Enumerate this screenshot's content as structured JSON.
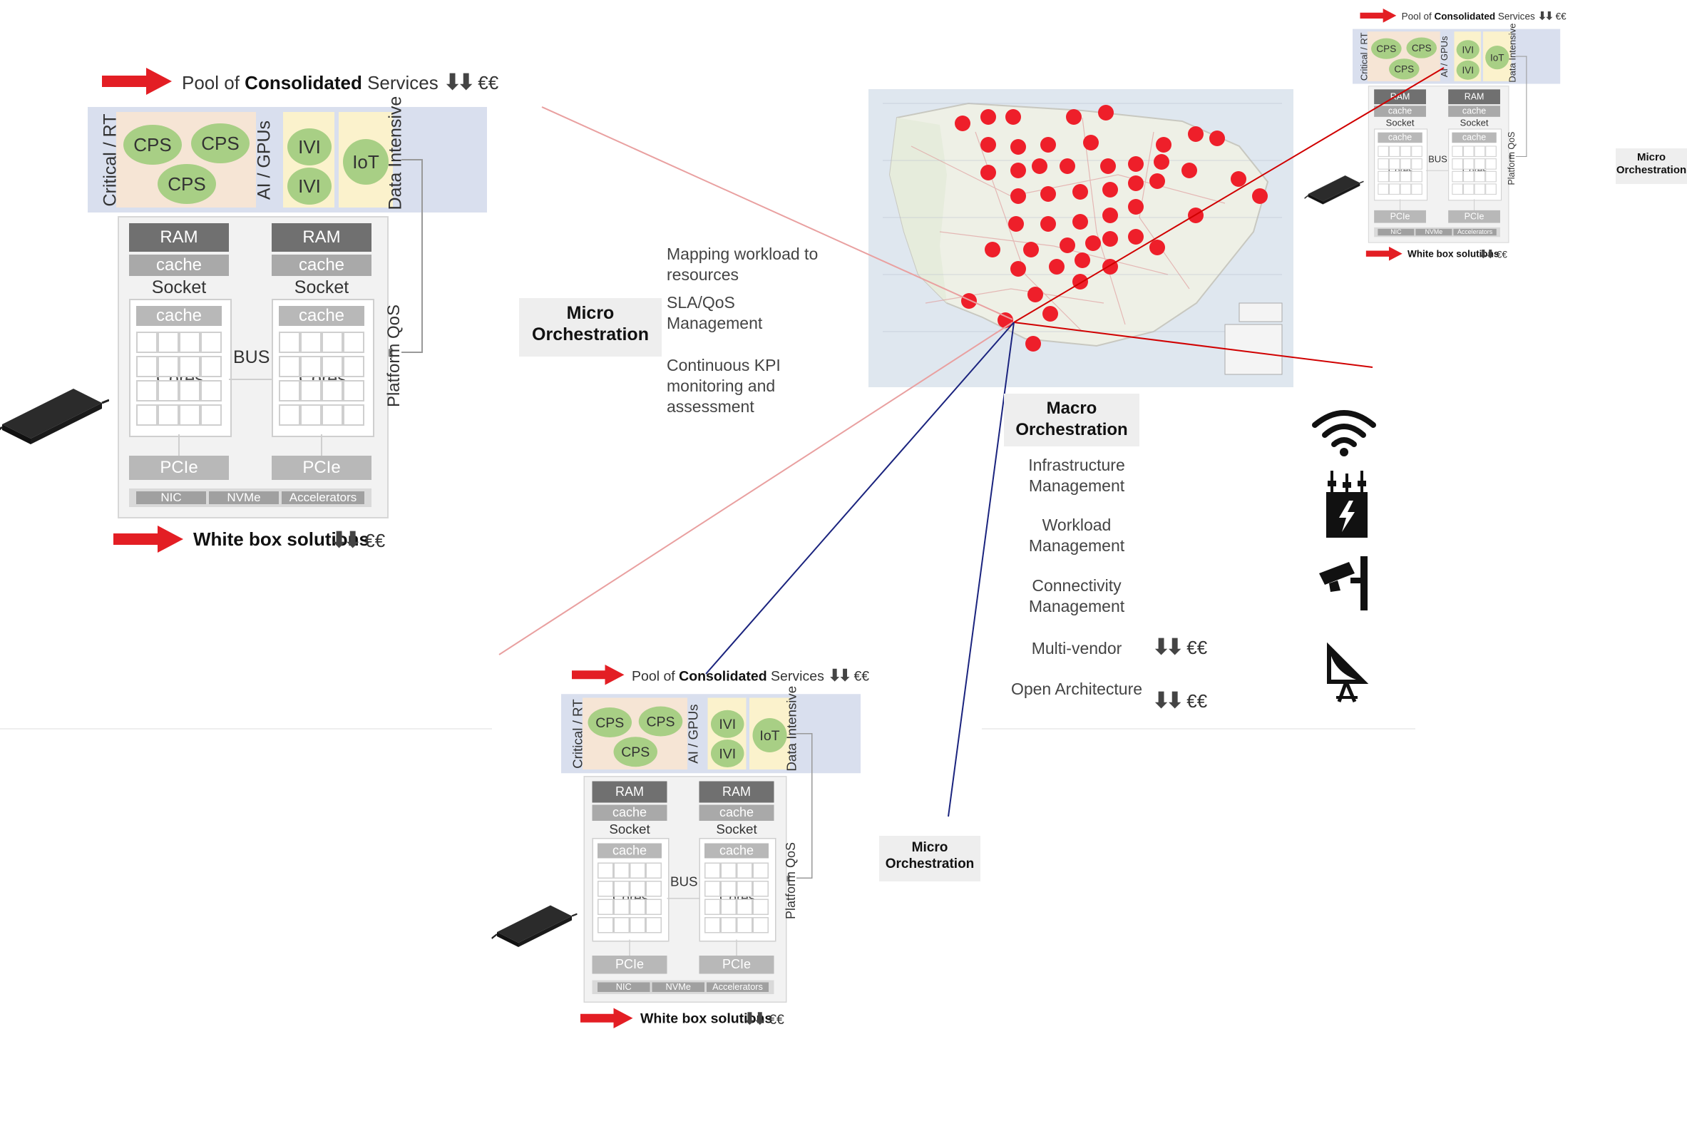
{
  "pool": {
    "prefix": "Pool of ",
    "bold": "Consolidated",
    "suffix": " Services",
    "arrows": "⬇⬇",
    "cost": "€€"
  },
  "services": {
    "critical_label": "Critical / RT",
    "ai_label": "AI / GPUs",
    "data_label": "Data Intensive",
    "cps": [
      "CPS",
      "CPS",
      "CPS"
    ],
    "ivi": [
      "IVI",
      "IVI"
    ],
    "iot": "IoT"
  },
  "platform": {
    "ram": "RAM",
    "cache": "cache",
    "socket": "Socket",
    "inner_cache": "cache",
    "cores": "Cores",
    "bus": "BUS",
    "pcie": "PCIe",
    "nic": "NIC",
    "nvme": "NVMe",
    "accelerators": "Accelerators",
    "qos": "Platform QoS"
  },
  "whitebox": {
    "label": "White box solutions",
    "arrows": "⬇⬇",
    "cost": "€€"
  },
  "micro": {
    "label": "Micro Orchestration"
  },
  "micro_desc": [
    "Mapping workload to resources",
    "SLA/QoS Management",
    "Continuous KPI monitoring and assessment"
  ],
  "macro": {
    "label": "Macro Orchestration",
    "items": [
      "Infrastructure Management",
      "Workload Management",
      "Connectivity Management",
      "Multi-vendor",
      "Open Architecture"
    ],
    "multivendor_cost": "€€",
    "open_cost": "€€",
    "arrows": "⬇⬇"
  },
  "icons": [
    "wifi-icon",
    "power-substation-icon",
    "security-camera-icon",
    "satellite-dish-icon"
  ],
  "colors": {
    "accent": "#e31e24",
    "services_bg": "#d9dfee",
    "critical_bg": "#f6e5d5",
    "ai_bg": "#fbf2cc",
    "circle": "#a8cf85",
    "link_blue": "#1a237e"
  }
}
